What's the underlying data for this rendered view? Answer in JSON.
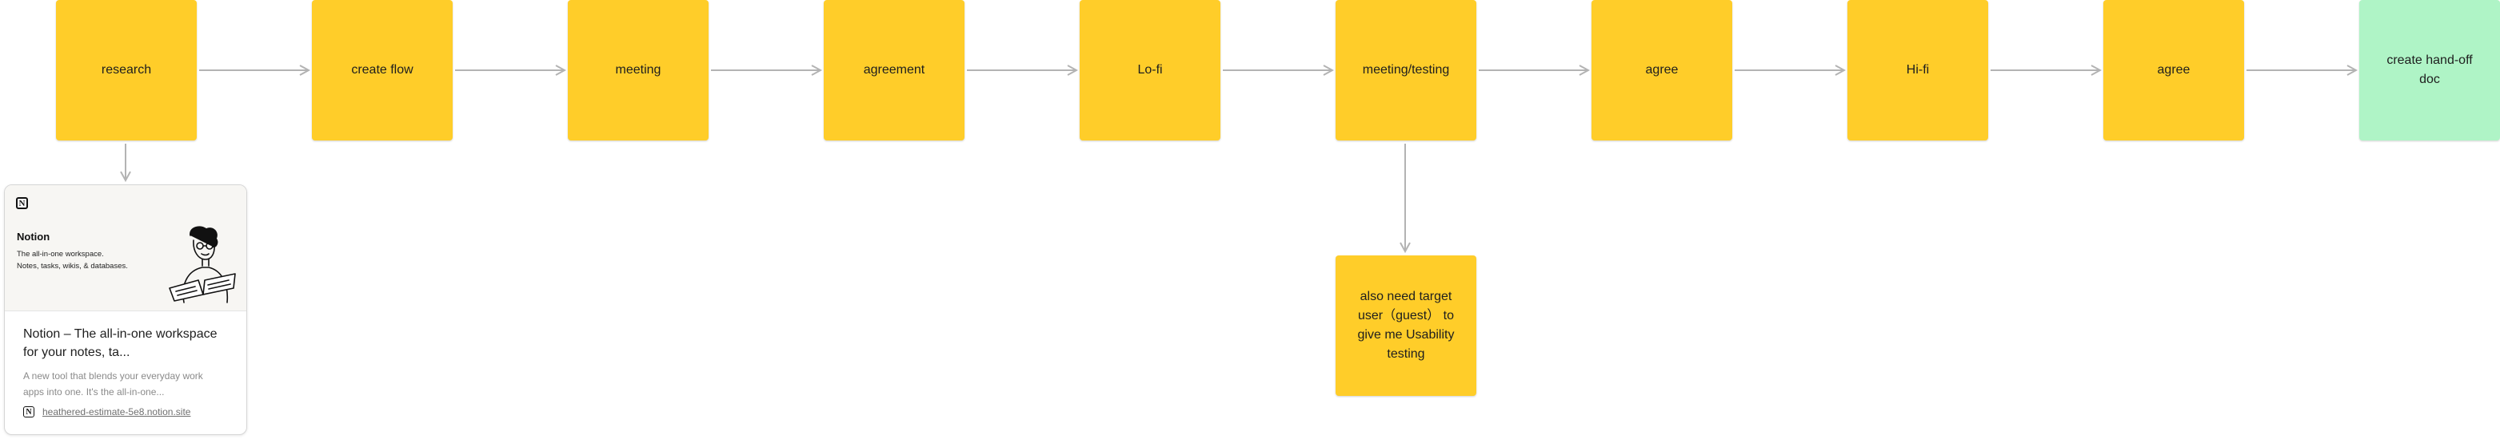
{
  "flow": {
    "nodes": [
      {
        "id": "research",
        "label": "research"
      },
      {
        "id": "create-flow",
        "label": "create flow"
      },
      {
        "id": "meeting",
        "label": "meeting"
      },
      {
        "id": "agreement",
        "label": "agreement"
      },
      {
        "id": "lofi",
        "label": "Lo-fi"
      },
      {
        "id": "meeting-testing",
        "label": "meeting/testing"
      },
      {
        "id": "agree-1",
        "label": "agree"
      },
      {
        "id": "hifi",
        "label": "Hi-fi"
      },
      {
        "id": "agree-2",
        "label": "agree"
      },
      {
        "id": "handoff",
        "label": "create hand-off doc",
        "color": "#aff4c6"
      }
    ],
    "note": {
      "label": "also need target user（guest） to give me Usability testing"
    },
    "colors": {
      "sticky": "#ffcd29",
      "sticky_done": "#aff4c6",
      "connector": "#b3b3b3"
    }
  },
  "link_card": {
    "preview_title": "Notion",
    "preview_line1": "The all-in-one workspace.",
    "preview_line2": "Notes, tasks, wikis, & databases.",
    "title": "Notion – The all-in-one workspace for your notes, ta...",
    "description": "A new tool that blends your everyday work apps into one. It's the all-in-one...",
    "url": "heathered-estimate-5e8.notion.site",
    "logo_letter": "N"
  }
}
